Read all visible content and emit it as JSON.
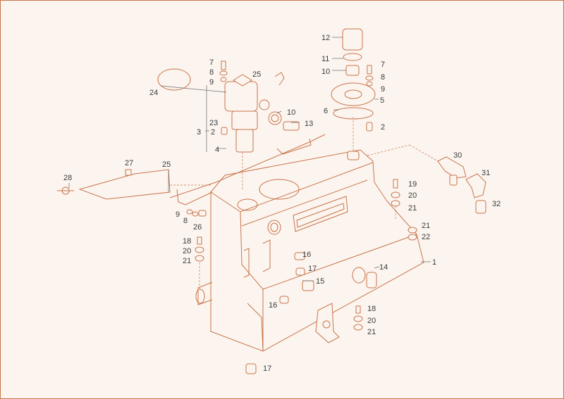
{
  "diagram": {
    "callouts": [
      {
        "id": "c1",
        "text": "1"
      },
      {
        "id": "c2a",
        "text": "2"
      },
      {
        "id": "c2b",
        "text": "2"
      },
      {
        "id": "c3",
        "text": "3"
      },
      {
        "id": "c4",
        "text": "4"
      },
      {
        "id": "c5",
        "text": "5"
      },
      {
        "id": "c6",
        "text": "6"
      },
      {
        "id": "c7a",
        "text": "7"
      },
      {
        "id": "c7b",
        "text": "7"
      },
      {
        "id": "c8a",
        "text": "8"
      },
      {
        "id": "c8b",
        "text": "8"
      },
      {
        "id": "c8c",
        "text": "8"
      },
      {
        "id": "c9a",
        "text": "9"
      },
      {
        "id": "c9b",
        "text": "9"
      },
      {
        "id": "c9c",
        "text": "9"
      },
      {
        "id": "c10a",
        "text": "10"
      },
      {
        "id": "c10b",
        "text": "10"
      },
      {
        "id": "c11",
        "text": "11"
      },
      {
        "id": "c12",
        "text": "12"
      },
      {
        "id": "c13",
        "text": "13"
      },
      {
        "id": "c14",
        "text": "14"
      },
      {
        "id": "c15",
        "text": "15"
      },
      {
        "id": "c16a",
        "text": "16"
      },
      {
        "id": "c16b",
        "text": "16"
      },
      {
        "id": "c17a",
        "text": "17"
      },
      {
        "id": "c17b",
        "text": "17"
      },
      {
        "id": "c18a",
        "text": "18"
      },
      {
        "id": "c18b",
        "text": "18"
      },
      {
        "id": "c19",
        "text": "19"
      },
      {
        "id": "c20a",
        "text": "20"
      },
      {
        "id": "c20b",
        "text": "20"
      },
      {
        "id": "c20c",
        "text": "20"
      },
      {
        "id": "c21a",
        "text": "21"
      },
      {
        "id": "c21b",
        "text": "21"
      },
      {
        "id": "c21c",
        "text": "21"
      },
      {
        "id": "c21d",
        "text": "21"
      },
      {
        "id": "c22",
        "text": "22"
      },
      {
        "id": "c23",
        "text": "23"
      },
      {
        "id": "c24",
        "text": "24"
      },
      {
        "id": "c25a",
        "text": "25"
      },
      {
        "id": "c25b",
        "text": "25"
      },
      {
        "id": "c26",
        "text": "26"
      },
      {
        "id": "c27",
        "text": "27"
      },
      {
        "id": "c28",
        "text": "28"
      },
      {
        "id": "c30",
        "text": "30"
      },
      {
        "id": "c31",
        "text": "31"
      },
      {
        "id": "c32",
        "text": "32"
      }
    ],
    "colors": {
      "line": "#c8744a",
      "label": "#3b3b3b",
      "background": "#fcf5ef"
    }
  }
}
